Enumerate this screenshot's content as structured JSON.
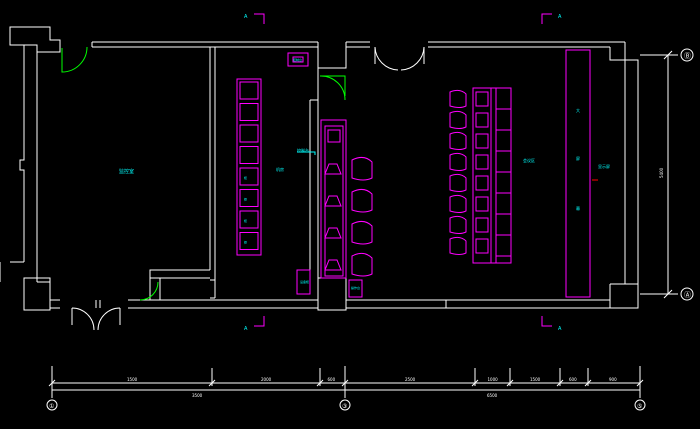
{
  "drawing": {
    "axis_labels": [
      "①",
      "③",
      "⑤",
      "Ⓑ",
      "Ⓐ"
    ],
    "section_mark": "A",
    "room_labels": [
      "监控室",
      "机房",
      "控制台",
      "会议区"
    ],
    "rack_labels": [
      "",
      "",
      "",
      "",
      "柜",
      "柜",
      "柜",
      "柜",
      "柜",
      "柜"
    ],
    "console_labels": [
      "控制台",
      "显示屏",
      "操作台",
      "设备柜"
    ],
    "screen_labels": [
      "大",
      "屏",
      "幕"
    ],
    "dimensions": {
      "bottom_segments": [
        "1500",
        "2000",
        "600",
        "2500",
        "1000",
        "1500",
        "600",
        "900"
      ],
      "bottom_totals": [
        "3500",
        "6500"
      ],
      "right": "5400"
    },
    "colors": {
      "wall": "#ffffff",
      "furniture": "#ff00ff",
      "annotation": "#00ffff",
      "door": "#00ff00",
      "accent": "#ff0000"
    }
  }
}
